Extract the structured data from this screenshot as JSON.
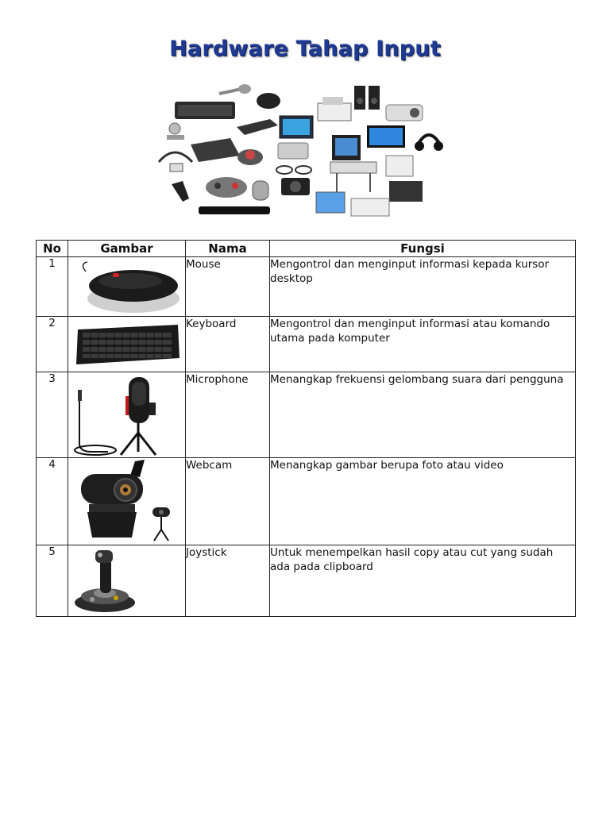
{
  "document": {
    "title": "Hardware Tahap Input"
  },
  "table": {
    "headers": {
      "no": "No",
      "gambar": "Gambar",
      "nama": "Nama",
      "fungsi": "Fungsi"
    },
    "rows": [
      {
        "no": "1",
        "nama": "Mouse",
        "fungsi": "Mengontrol dan menginput informasi kepada kursor desktop",
        "image_icon": "mouse-icon"
      },
      {
        "no": "2",
        "nama": "Keyboard",
        "fungsi": "Mengontrol dan menginput informasi atau komando utama pada komputer",
        "image_icon": "keyboard-icon"
      },
      {
        "no": "3",
        "nama": "Microphone",
        "fungsi": "Menangkap frekuensi gelombang suara dari pengguna",
        "image_icon": "microphone-icon"
      },
      {
        "no": "4",
        "nama": "Webcam",
        "fungsi": "Menangkap gambar berupa foto atau video",
        "image_icon": "webcam-icon"
      },
      {
        "no": "5",
        "nama": "Joystick",
        "fungsi": "Untuk menempelkan hasil copy atau cut yang sudah ada pada clipboard",
        "image_icon": "joystick-icon"
      }
    ]
  }
}
